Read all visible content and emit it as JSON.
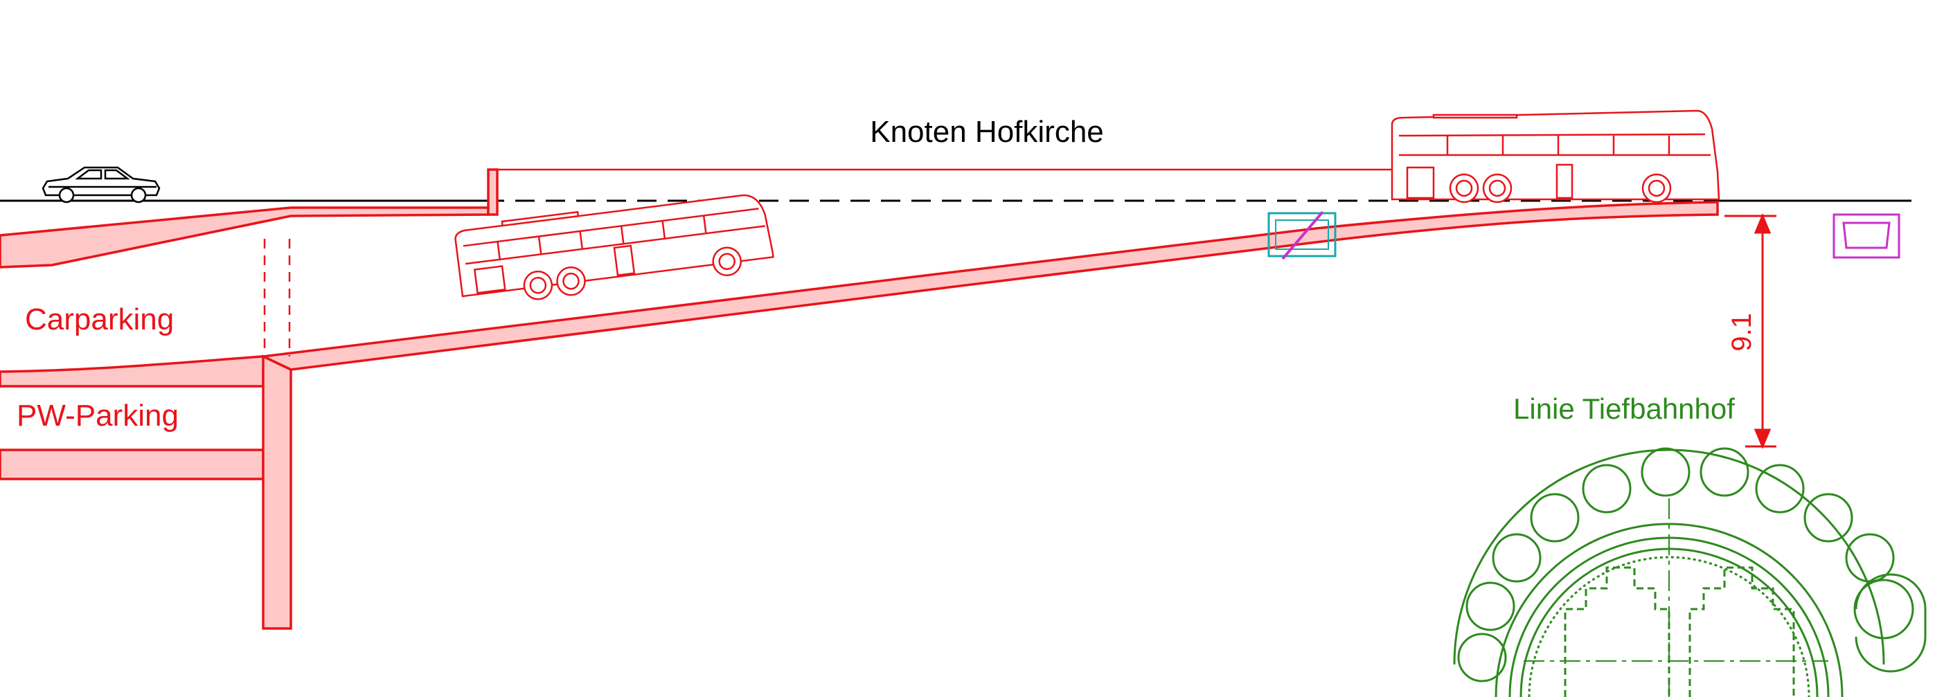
{
  "labels": {
    "title": "Knoten Hofkirche",
    "carparking": "Carparking",
    "pw_parking": "PW-Parking",
    "tunnel_line": "Linie Tiefbahnhof",
    "dimension": "9.1"
  },
  "colors": {
    "structure_stroke": "#e8141a",
    "structure_fill": "#ffc8c8",
    "tunnel": "#2d8a1e",
    "ground": "#000000",
    "cyan_symbol": "#1aa8a8",
    "magenta_symbol": "#c832c8"
  }
}
